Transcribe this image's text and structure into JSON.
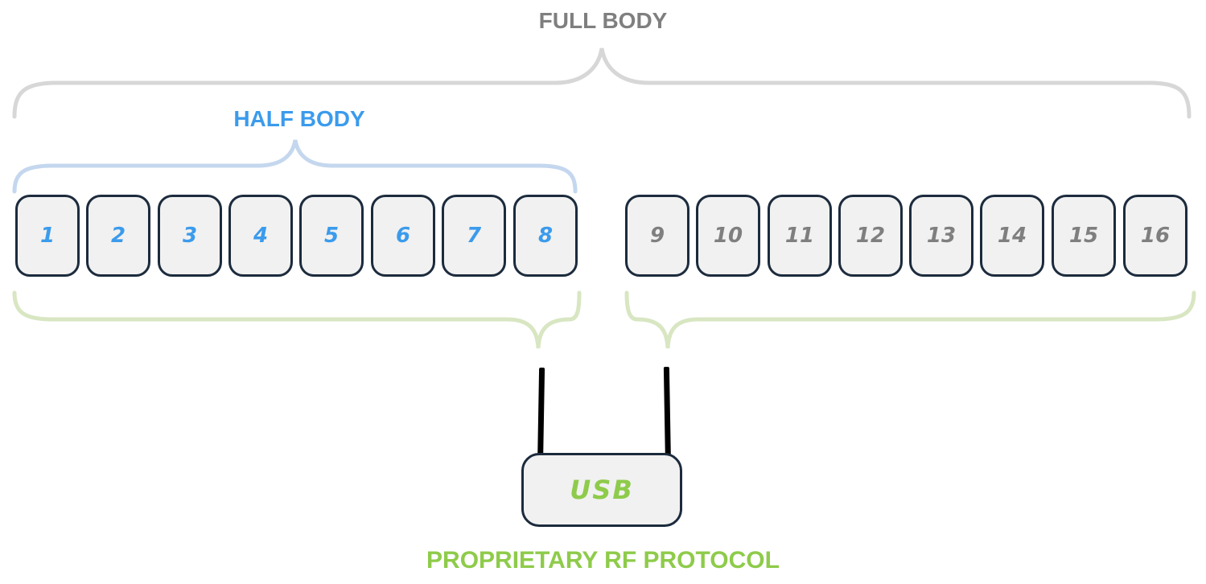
{
  "labels": {
    "full_body": "FULL BODY",
    "half_body": "HALF BODY",
    "protocol": "PROPRIETARY RF PROTOCOL"
  },
  "trackers": [
    "1",
    "2",
    "3",
    "4",
    "5",
    "6",
    "7",
    "8",
    "9",
    "10",
    "11",
    "12",
    "13",
    "14",
    "15",
    "16"
  ],
  "dongle": {
    "label": "USB"
  },
  "colors": {
    "full_body": "#7f7f7f",
    "half_body": "#3b9bec",
    "protocol": "#8ecb4a",
    "tracker_border": "#1c2b3d",
    "box_fill": "#f1f1f1",
    "full_brace": "#d7d7d7",
    "half_brace": "#c4d7ee",
    "group_brace": "#d8e6c2"
  }
}
